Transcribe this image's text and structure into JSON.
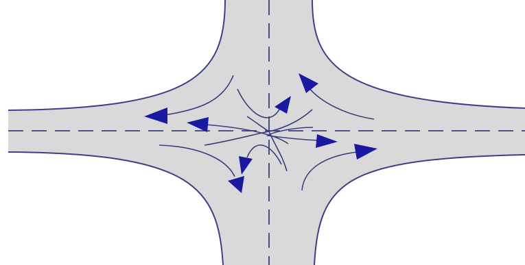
{
  "diagram": {
    "type": "intersection-traffic-flow",
    "arms": [
      "north",
      "south",
      "east",
      "west"
    ],
    "colors": {
      "road": "#d9d9d9",
      "edge": "#3c3f86",
      "arrow": "#1a1aa0",
      "background": "#ffffff"
    },
    "movements": [
      {
        "id": "right-turn-north-to-west",
        "icon": "arrow-icon"
      },
      {
        "id": "right-turn-east-to-north",
        "icon": "arrow-icon"
      },
      {
        "id": "right-turn-south-to-east",
        "icon": "arrow-icon"
      },
      {
        "id": "right-turn-west-to-south",
        "icon": "arrow-icon"
      },
      {
        "id": "left-turn-to-west",
        "icon": "arrow-icon"
      },
      {
        "id": "left-turn-to-north",
        "icon": "arrow-icon"
      },
      {
        "id": "left-turn-to-east",
        "icon": "arrow-icon"
      },
      {
        "id": "left-turn-to-south",
        "icon": "arrow-icon"
      }
    ]
  }
}
